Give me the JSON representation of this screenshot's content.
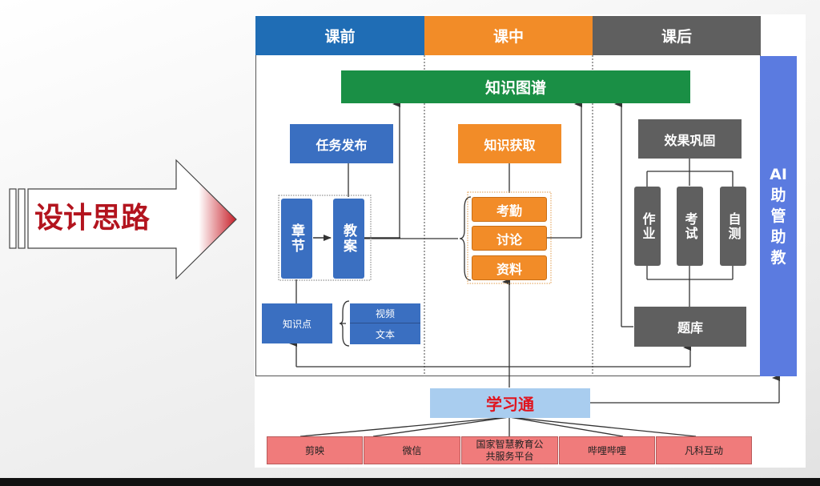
{
  "title_arrow": {
    "label": "设计思路"
  },
  "phases": [
    {
      "label": "课前",
      "color": "#1f6db5"
    },
    {
      "label": "课中",
      "color": "#f28c28"
    },
    {
      "label": "课后",
      "color": "#5f5f5f"
    }
  ],
  "knowledge_graph": {
    "label": "知识图谱",
    "color": "#1a8f45"
  },
  "pre_class": {
    "task_release": "任务发布",
    "chapter": "章节",
    "lesson_plan": "教案",
    "knowledge_point": "知识点",
    "resources": [
      "视频",
      "文本"
    ]
  },
  "in_class": {
    "knowledge_acquisition": "知识获取",
    "activities": [
      "考勤",
      "讨论",
      "资料"
    ]
  },
  "after_class": {
    "consolidation": "效果巩固",
    "assessments": [
      "作业",
      "考试",
      "自测"
    ],
    "question_bank": "题库"
  },
  "ai_assistant": {
    "label": "AI助管助教",
    "color": "#5b7be0"
  },
  "platform": {
    "label": "学习通",
    "color": "#a9cdef"
  },
  "tools": [
    "剪映",
    "微信",
    "国家智慧教育公共服务平台",
    "哔哩哔哩",
    "凡科互动"
  ]
}
